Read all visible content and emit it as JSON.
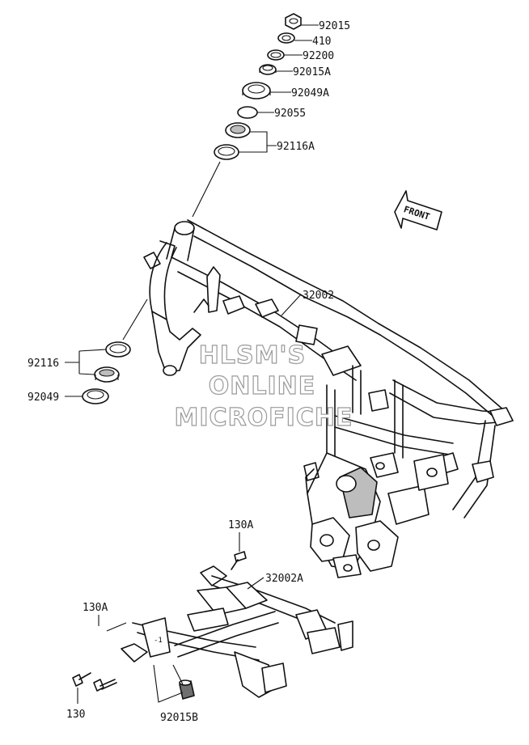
{
  "diagram": {
    "part_numbers": {
      "p92015": "92015",
      "p410": "410",
      "p92200": "92200",
      "p92015A": "92015A",
      "p92049A": "92049A",
      "p92055": "92055",
      "p92116A": "92116A",
      "p32002": "32002",
      "p92116": "92116",
      "p92049": "92049",
      "p130A_top": "130A",
      "p32002A": "32002A",
      "p130A_left": "130A",
      "p130": "130",
      "p92015B": "92015B"
    },
    "direction_arrow": {
      "label": "FRONT",
      "icon": "front-arrow-icon"
    },
    "watermark": {
      "line1": "HLSM'S",
      "line2": "ONLINE",
      "line3": "MICROFICHE"
    }
  }
}
